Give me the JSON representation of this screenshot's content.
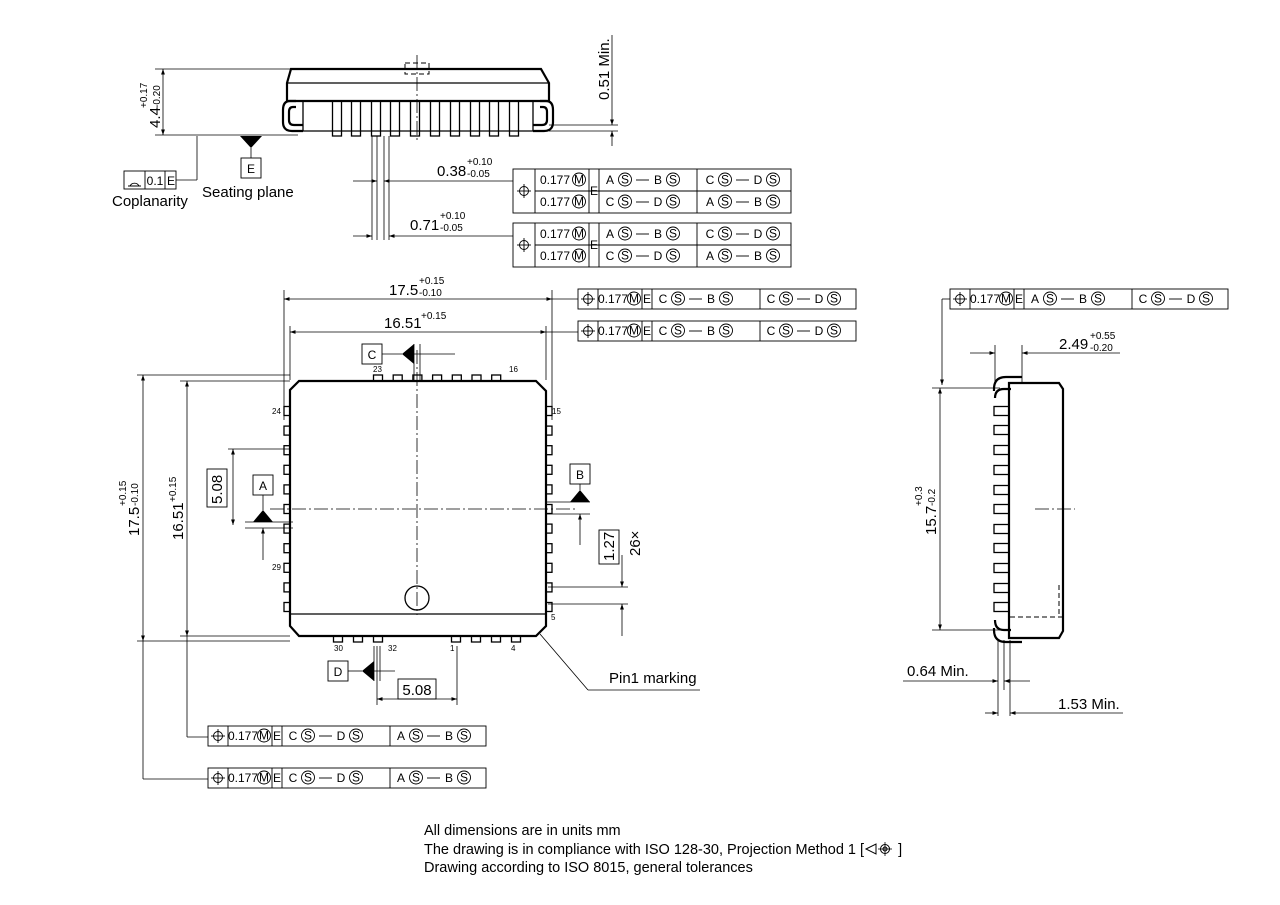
{
  "side_view": {
    "height_dim": {
      "value": "4.4",
      "tol_upper": "+0.17",
      "tol_lower": "-0.20"
    },
    "standoff_dim": {
      "value": "0.51 Min."
    },
    "datum_E": "E",
    "seating_plane": "Seating plane",
    "coplanarity": {
      "symbol": "flatness",
      "value": "0.1",
      "datum": "E",
      "label": "Coplanarity"
    },
    "lead_width_dim": {
      "value": "0.38",
      "tol_upper": "+0.10",
      "tol_lower": "-0.05"
    },
    "lead_shoulder_dim": {
      "value": "0.71",
      "tol_upper": "+0.10",
      "tol_lower": "-0.05"
    }
  },
  "frames_pair": [
    {
      "tol": "0.177",
      "mod": "M",
      "ref": "E",
      "r1": [
        "A",
        "S",
        "B",
        "S"
      ],
      "r2": [
        "C",
        "S",
        "D",
        "S"
      ]
    },
    {
      "tol": "0.177",
      "mod": "M",
      "ref": "E",
      "r1": [
        "C",
        "S",
        "D",
        "S"
      ],
      "r2": [
        "A",
        "S",
        "B",
        "S"
      ]
    }
  ],
  "top_view": {
    "overall_width": {
      "value": "17.5",
      "tol_upper": "+0.15",
      "tol_lower": "-0.10"
    },
    "body_width": {
      "value": "16.51",
      "tol_upper": "+0.15"
    },
    "overall_height": {
      "value": "17.5",
      "tol_upper": "+0.15",
      "tol_lower": "-0.10"
    },
    "body_height": {
      "value": "16.51",
      "tol_upper": "+0.15"
    },
    "span_left": "5.08",
    "span_bottom": "5.08",
    "pitch": "1.27",
    "pitch_count": "26×",
    "datums": {
      "A": "A",
      "B": "B",
      "C": "C",
      "D": "D"
    },
    "pin_numbers": {
      "p1": "1",
      "p4": "4",
      "p5": "5",
      "p15": "15",
      "p16": "16",
      "p23": "23",
      "p24": "24",
      "p29": "29",
      "p30": "30",
      "p32": "32"
    },
    "pin1_marking": "Pin1 marking",
    "frame_a": {
      "tol": "0.177",
      "mod": "M",
      "ref": "E",
      "r1": [
        "C",
        "S",
        "B",
        "S"
      ],
      "r2": [
        "C",
        "S",
        "D",
        "S"
      ]
    },
    "frame_b": {
      "tol": "0.177",
      "mod": "M",
      "ref": "E",
      "r1": [
        "C",
        "S",
        "D",
        "S"
      ],
      "r2": [
        "A",
        "S",
        "B",
        "S"
      ]
    }
  },
  "end_view": {
    "frame": {
      "tol": "0.177",
      "mod": "M",
      "ref": "E",
      "r1": [
        "A",
        "S",
        "B",
        "S"
      ],
      "r2": [
        "C",
        "S",
        "D",
        "S"
      ]
    },
    "lead_dim": {
      "value": "2.49",
      "tol_upper": "+0.55",
      "tol_lower": "-0.20"
    },
    "height_dim": {
      "value": "15.7",
      "tol_upper": "+0.3",
      "tol_lower": "-0.2"
    },
    "min_064": "0.64 Min.",
    "min_153": "1.53 Min."
  },
  "notes": [
    "All dimensions are in units mm",
    "The drawing is in compliance with ISO 128-30, Projection Method 1 [",
    "]",
    "Drawing according to ISO 8015, general tolerances"
  ]
}
